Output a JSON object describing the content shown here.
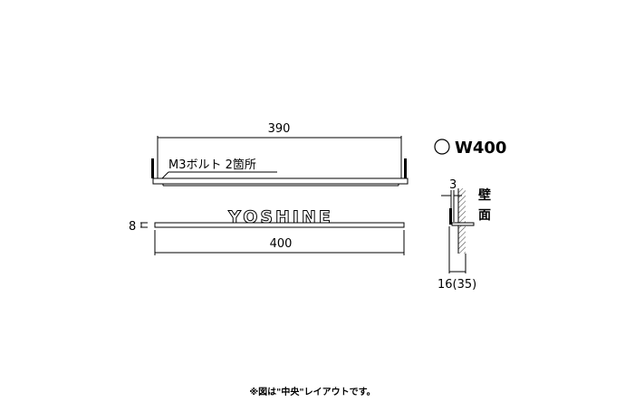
{
  "drawing": {
    "top_width_label": "390",
    "bolt_label": "M3ボルト 2箇所",
    "brand_text": "YOSHINE",
    "thickness_label": "8",
    "bottom_width_label": "400",
    "model_label": "W400",
    "side_offset_label": "3",
    "wall_label_1": "壁",
    "wall_label_2": "面",
    "depth_label": "16(35)",
    "footnote": "※図は\"中央\"レイアウトです。"
  }
}
